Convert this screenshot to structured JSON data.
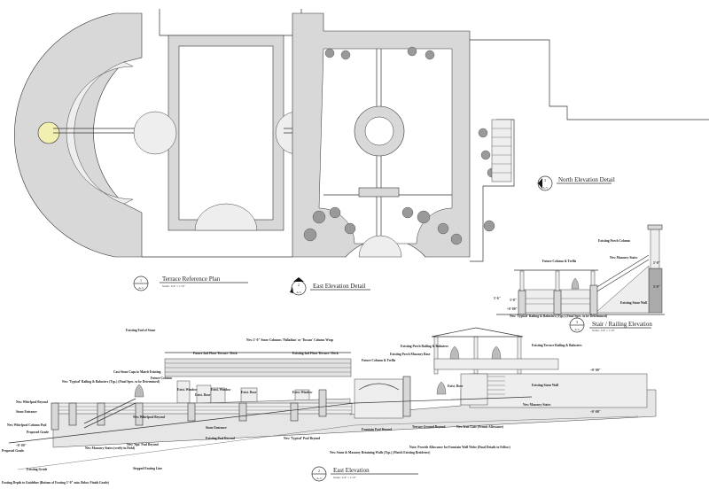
{
  "titles": [
    {
      "number": "1",
      "sheet": "A-5",
      "title": "Terrace Reference Plan",
      "scale": "Scale: 1/4\" = 1'-0\""
    },
    {
      "number": "2",
      "sheet": "A-5",
      "title": "East Elevation Detail",
      "scale": ""
    },
    {
      "number": "3",
      "sheet": "A-5",
      "title": "North Elevation Detail",
      "scale": ""
    },
    {
      "number": "3",
      "sheet": "A-5",
      "title": "Stair / Railing Elevation",
      "scale": "Scale: 1/4\" = 1'-0\""
    },
    {
      "number": "2",
      "sheet": "A-5",
      "title": "East Elevation",
      "scale": "Scale: 1/4\" = 1'-0\""
    }
  ],
  "stair_notes": [
    "Existing Porch Column",
    "New Masonry Stairs",
    "Future Column & Trellis",
    "Existing Stone Wall",
    "New 'Typical' Railing & Balusters (Typ.) (Final Spec. to be Determined)"
  ],
  "stair_dims": [
    "5'-6\"",
    "3'-0\"",
    "2'-0\"",
    "3'-0\""
  ],
  "elevation_notes": [
    "Existing End of Stone",
    "New 2'-0\" Stone Columns 'Palladian' or 'Tuscan' Column Wrap",
    "Future 2nd Floor Terrace / Deck",
    "Existing 2nd Floor Terrace / Deck",
    "Cast Stone Caps to Match Existing",
    "Future Column",
    "New 'Typical' Railing & Balusters (Typ.) (Final Spec. to be Determined)",
    "New Whirlpool Beyond",
    "Stone Entrance",
    "New Whirlpool Column Pool",
    "Proposed Grade",
    "New Masonry Stairs (verify in Field)",
    "New 'Spa' Pool Beyond",
    "Stone Entrance",
    "Existing Pool Beyond",
    "Existing Grade",
    "Stepped Footing Line",
    "Footing Depth to Guideline (Bottom of Footing 3'-0\" min. Below Finish Grade)",
    "New Stone & Masonry Retaining Walls (Typ.) (Match Existing Residence)",
    "Fountain Pool Beyond",
    "New 'Typical' Pool Beyond",
    "Existing Porch Railing & Balusters",
    "Existing Porch Masonry Base",
    "Future Column & Trellis",
    "Existing Terrace Railing & Balusters",
    "Existing Stone Wall",
    "New Masonry Stairs",
    "Terrace Ground Beyond",
    "New Iron Gate (Permit Allowance)",
    "Note: Provide Allowance for Fountain Wall Niche (Final Details to Follow)",
    "Exist. Window",
    "Exist. Door",
    "Exist. Window",
    "Exist. Door",
    "Exist. Window",
    "Exist. Door"
  ],
  "elevations": [
    "+0'-00\"",
    "+0'-00\"",
    "+0'-00\"",
    "+0'-00\""
  ],
  "colors": {
    "line": "#333333",
    "fill": "#d8d8d8",
    "highlight": "#f3efb0"
  }
}
